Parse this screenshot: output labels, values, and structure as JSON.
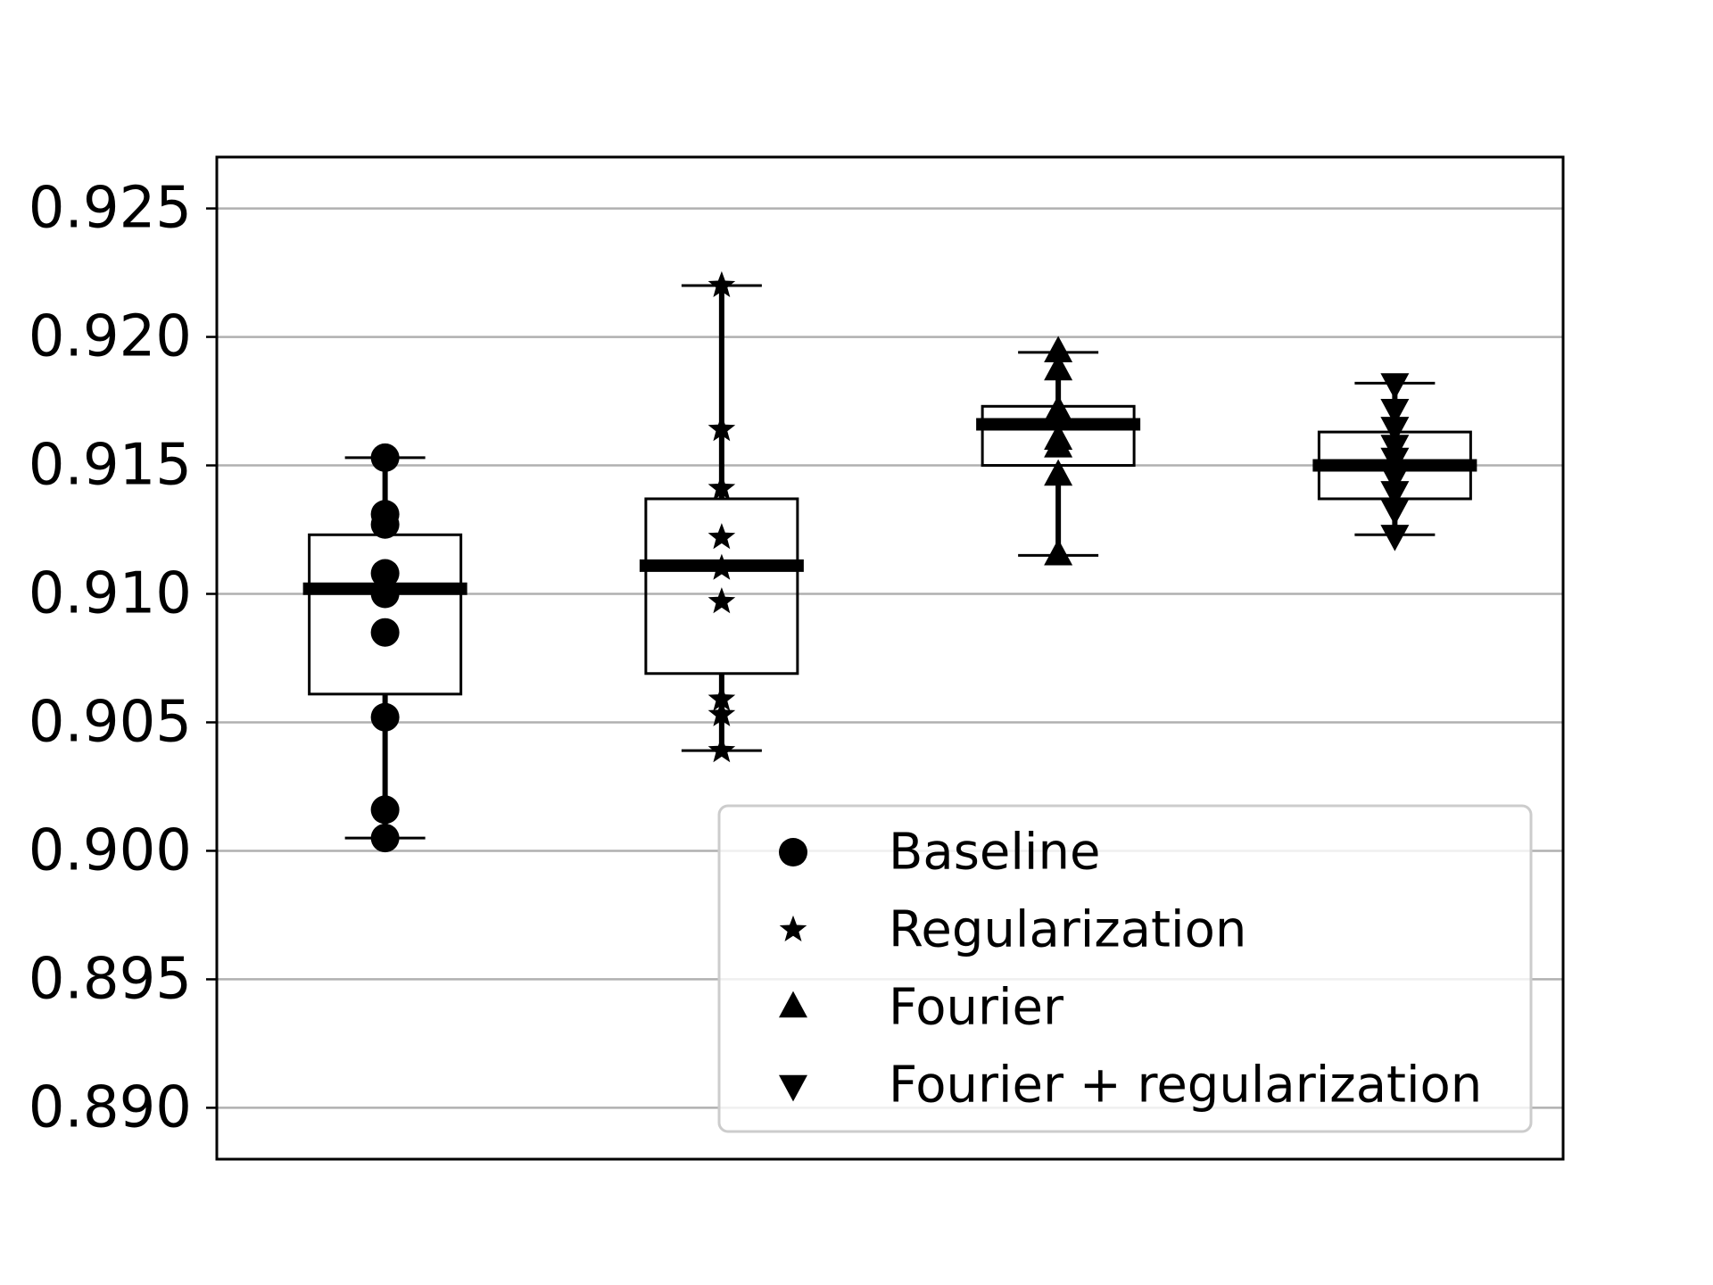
{
  "chart_data": {
    "type": "box",
    "title": "",
    "xlabel": "",
    "ylabel": "",
    "ylim": [
      0.888,
      0.927
    ],
    "y_ticks": [
      "0.890",
      "0.895",
      "0.900",
      "0.905",
      "0.910",
      "0.915",
      "0.920",
      "0.925"
    ],
    "grid": "horizontal",
    "legend_position": "lower-right",
    "series": [
      {
        "name": "Baseline",
        "marker": "circle",
        "box": {
          "whisker_low": 0.9005,
          "q1": 0.9061,
          "median": 0.9102,
          "q3": 0.9123,
          "whisker_high": 0.9153
        },
        "points": [
          0.9153,
          0.9131,
          0.9127,
          0.9108,
          0.91,
          0.9085,
          0.9052,
          0.9016,
          0.9005
        ]
      },
      {
        "name": "Regularization",
        "marker": "star",
        "box": {
          "whisker_low": 0.9039,
          "q1": 0.9069,
          "median": 0.9111,
          "q3": 0.9137,
          "whisker_high": 0.922
        },
        "points": [
          0.922,
          0.9164,
          0.9141,
          0.9122,
          0.911,
          0.9097,
          0.9059,
          0.9053,
          0.9039
        ]
      },
      {
        "name": "Fourier",
        "marker": "triangle-up",
        "box": {
          "whisker_low": 0.9115,
          "q1": 0.915,
          "median": 0.9166,
          "q3": 0.9173,
          "whisker_high": 0.9194
        },
        "points": [
          0.9194,
          0.9187,
          0.9171,
          0.916,
          0.9157,
          0.9146,
          0.9115
        ]
      },
      {
        "name": "Fourier + regularization",
        "marker": "triangle-down",
        "box": {
          "whisker_low": 0.9123,
          "q1": 0.9137,
          "median": 0.915,
          "q3": 0.9163,
          "whisker_high": 0.9182
        },
        "points": [
          0.9182,
          0.9172,
          0.9165,
          0.9158,
          0.9153,
          0.9146,
          0.914,
          0.9133,
          0.9123
        ]
      }
    ],
    "legend": [
      "Baseline",
      "Regularization",
      "Fourier",
      "Fourier + regularization"
    ],
    "colors": {
      "ink": "#000000",
      "grid": "#b0b0b0",
      "legend_border": "#cccccc"
    }
  }
}
